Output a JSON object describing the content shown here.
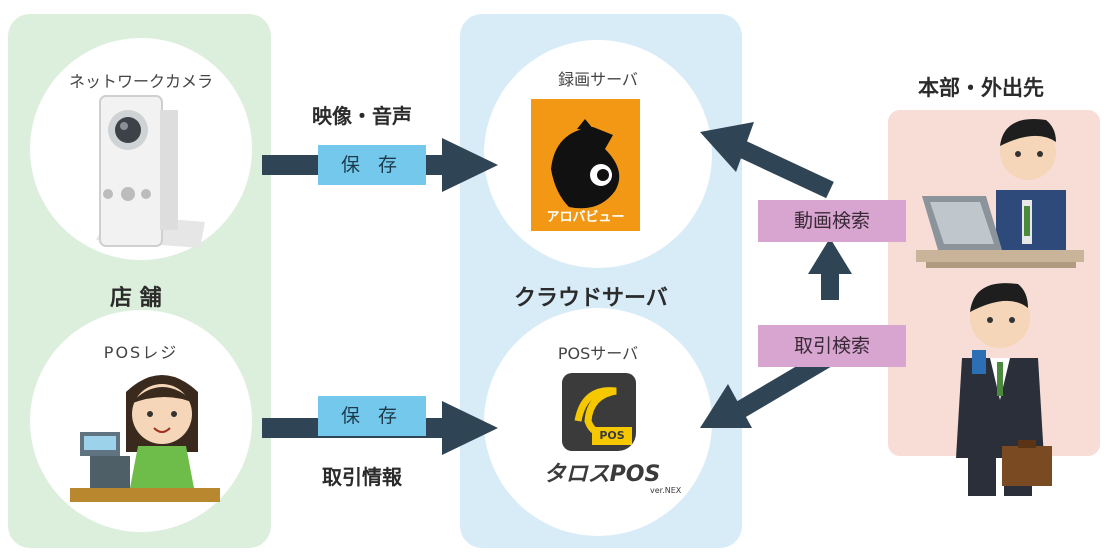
{
  "store": {
    "title": "店 舗",
    "camera_label": "ネットワークカメラ",
    "pos_label": "POSレジ"
  },
  "flows": {
    "video_audio": "映像・音声",
    "transaction_info": "取引情報",
    "save_top": "保 存",
    "save_bottom": "保 存"
  },
  "cloud": {
    "title": "クラウドサーバ",
    "recording_label": "録画サーバ",
    "pos_server_label": "POSサーバ",
    "arobaview_logo_text": "アロバビュー",
    "pos_logo_text": "POS",
    "pos_wordmark": "タロスPOS",
    "pos_wordmark_ver": "ver.NEX"
  },
  "hq": {
    "title": "本部・外出先",
    "video_search": "動画検索",
    "transaction_search": "取引検索"
  },
  "colors": {
    "store_panel": "#dcefdc",
    "cloud_panel": "#d8ecf8",
    "hq_panel": "#f8dcd6",
    "arrow": "#2f4454",
    "save_tag": "#74c8ec",
    "search_tag": "#d7a5cf",
    "arobaview_orange": "#f39814"
  }
}
